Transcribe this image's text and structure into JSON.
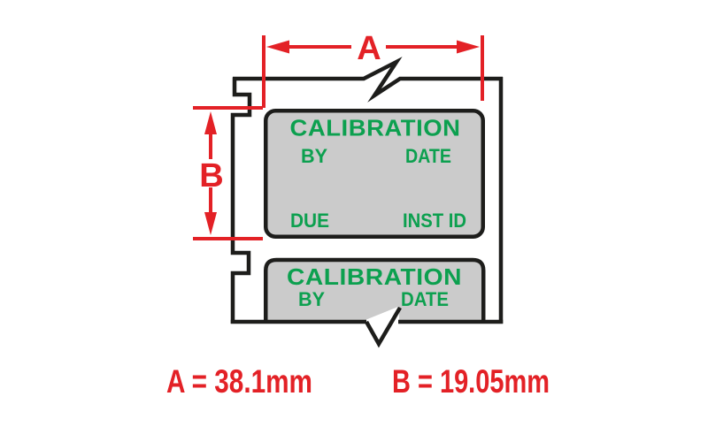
{
  "figure": {
    "background": "#ffffff",
    "colors": {
      "dimension_red": "#e32126",
      "label_green": "#0ca04f",
      "outline_black": "#1d1d1b",
      "label_gray": "#cbcbcb"
    },
    "dimension_a": {
      "letter": "A",
      "result": "A = 38.1mm"
    },
    "dimension_b": {
      "letter": "B",
      "result": "B = 19.05mm"
    },
    "label_top": {
      "title": "CALIBRATION",
      "field_by": "BY",
      "field_date": "DATE",
      "field_due": "DUE",
      "field_inst_id": "INST ID"
    },
    "label_bottom": {
      "title": "CALIBRATION",
      "field_by": "BY",
      "field_date": "DATE"
    }
  }
}
